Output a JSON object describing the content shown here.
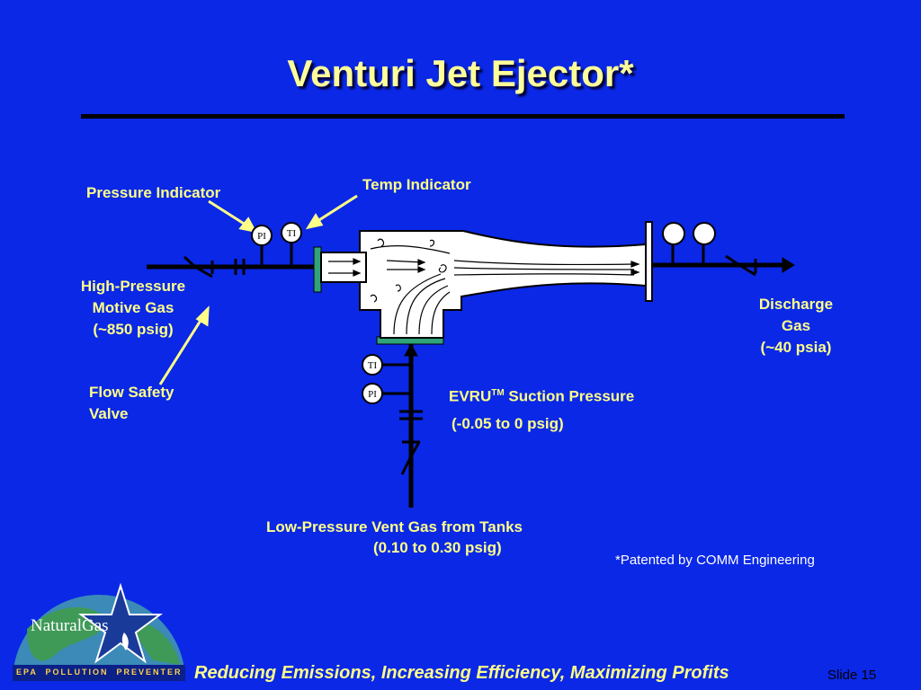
{
  "slide": {
    "title": "Venturi Jet Ejector*",
    "footer": "Reducing Emissions, Increasing Efficiency, Maximizing Profits",
    "slide_number": "Slide 15",
    "patent_note": "*Patented by COMM Engineering"
  },
  "labels": {
    "pressure_indicator": "Pressure Indicator",
    "temp_indicator": "Temp Indicator",
    "motive_gas": [
      "High-Pressure",
      "Motive Gas",
      "(~850 psig)"
    ],
    "flow_safety_valve": [
      "Flow Safety",
      "Valve"
    ],
    "discharge_gas": [
      "Discharge",
      "Gas",
      "(~40 psia)"
    ],
    "suction_pressure_main": "EVRU",
    "suction_pressure_tm": "TM",
    "suction_pressure_rest": " Suction Pressure",
    "suction_range": "(-0.05 to 0 psig)",
    "vent_gas": "Low-Pressure Vent Gas from Tanks",
    "vent_range": "(0.10 to 0.30 psig)"
  },
  "instruments": {
    "pi": "PI",
    "ti": "TI"
  },
  "logo": {
    "name": "NaturalGas",
    "program": "EPA  POLLUTION  PREVENTER"
  },
  "colors": {
    "background": "#0a28e6",
    "label_yellow": "#ffff88",
    "title_yellow": "#ffff99",
    "flange_green": "#2fa37a"
  }
}
